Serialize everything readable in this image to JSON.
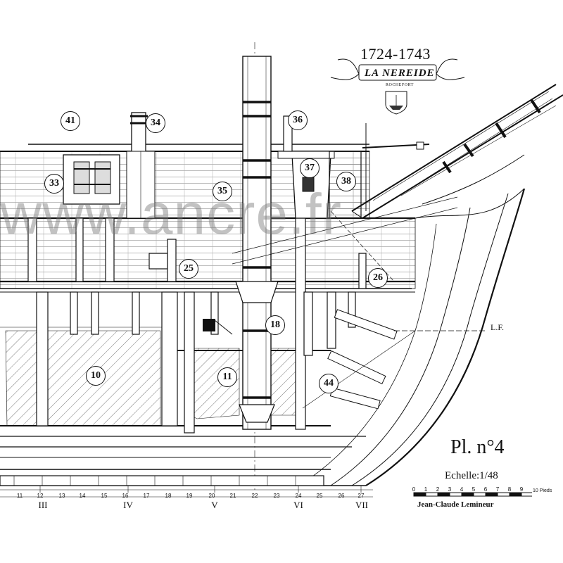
{
  "plan": {
    "years": "1724-1743",
    "ship_name": "LA NEREIDE",
    "port": "ROCHEFORT",
    "plate": "Pl. n°4",
    "scale": "Echelle:1/48",
    "author": "Jean-Claude Lemineur",
    "scale_bar": {
      "ticks": [
        "0",
        "1",
        "2",
        "3",
        "4",
        "5",
        "6",
        "7",
        "8",
        "9"
      ],
      "end_label": "10 Pieds"
    },
    "waterline_label": "L.F.",
    "watermark": "www.ancre.fr"
  },
  "frames": [
    "11",
    "12",
    "13",
    "14",
    "15",
    "16",
    "17",
    "18",
    "19",
    "20",
    "21",
    "22",
    "23",
    "24",
    "25",
    "26",
    "27"
  ],
  "stations": [
    "III",
    "IV",
    "V",
    "VI",
    "VII"
  ],
  "callouts": [
    "41",
    "34",
    "36",
    "37",
    "38",
    "33",
    "35",
    "25",
    "26",
    "18",
    "10",
    "11",
    "44"
  ],
  "colors": {
    "ink": "#111111",
    "watermark": "#888888",
    "paper": "#ffffff"
  }
}
